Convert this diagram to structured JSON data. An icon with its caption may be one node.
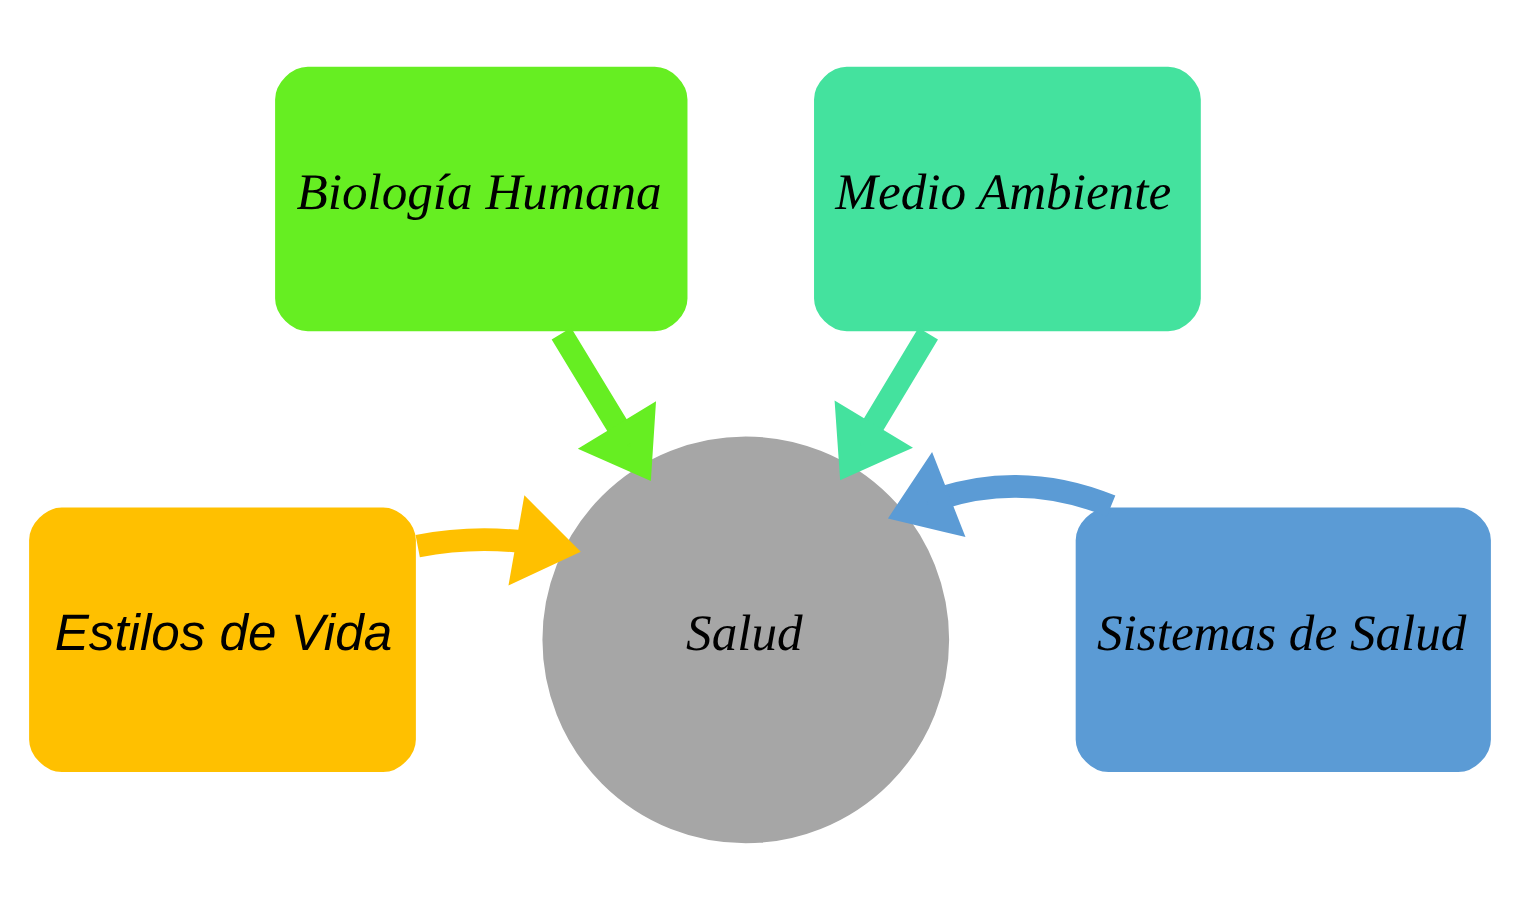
{
  "diagram": {
    "nodes": [
      {
        "text": [
          "Biología Humana"
        ]
      },
      {
        "text": [
          "Medio Ambiente"
        ]
      },
      {
        "text": [
          "Estilos de Vida"
        ]
      },
      {
        "text": [
          "Sistemas de Salud"
        ]
      },
      {
        "text": [
          "Salud"
        ]
      }
    ],
    "edges": [
      {
        "from": 0,
        "to": 4,
        "arrow": "to",
        "color": "#66ee22"
      },
      {
        "from": 1,
        "to": 4,
        "arrow": "to",
        "color": "#44e29e"
      },
      {
        "from": 2,
        "to": 4,
        "arrow": "to",
        "color": "#ffc000"
      },
      {
        "from": 3,
        "to": 4,
        "arrow": "to",
        "color": "#5b9bd5"
      }
    ]
  }
}
